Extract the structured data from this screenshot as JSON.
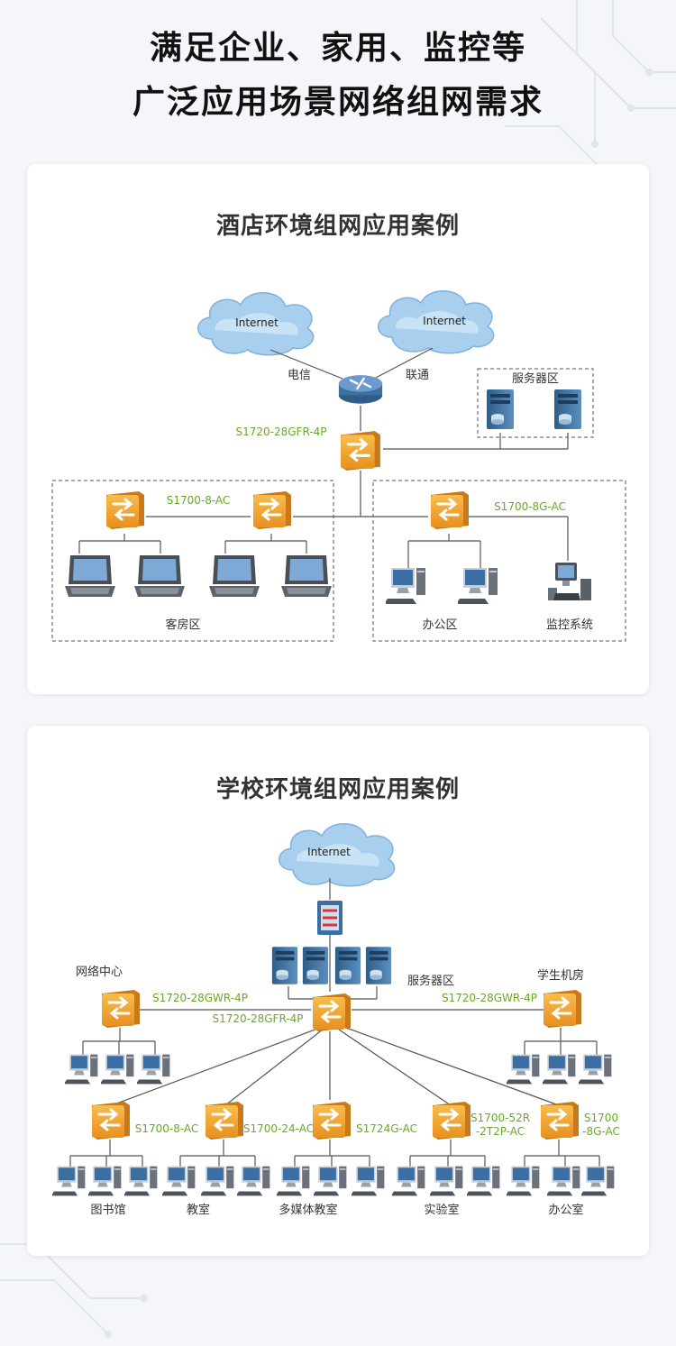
{
  "header": {
    "line1": "满足企业、家用、监控等",
    "line2": "广泛应用场景网络组网需求"
  },
  "hotel": {
    "title": "酒店环境组网应用案例",
    "cloud_left": "Internet",
    "cloud_right": "Internet",
    "isp_left": "电信",
    "isp_right": "联通",
    "core_model": "S1720-28GFR-4P",
    "server_zone": "服务器区",
    "guest_model": "S1700-8-AC",
    "office_model": "S1700-8G-AC",
    "guest_zone": "客房区",
    "office_zone": "办公区",
    "monitor_zone": "监控系统"
  },
  "school": {
    "title": "学校环境组网应用案例",
    "cloud": "Internet",
    "server_zone": "服务器区",
    "netcenter": "网络中心",
    "student_lab": "学生机房",
    "netcenter_model": "S1720-28GWR-4P",
    "core_model": "S1720-28GFR-4P",
    "lab_model": "S1720-28GWR-4P",
    "sw1_model": "S1700-8-AC",
    "sw2_model": "S1700-24-AC",
    "sw3_model": "S1724G-AC",
    "sw4_model_l1": "S1700-52R",
    "sw4_model_l2": "-2T2P-AC",
    "sw5_model_l1": "S1700",
    "sw5_model_l2": "-8G-AC",
    "zone1": "图书馆",
    "zone2": "教室",
    "zone3": "多媒体教室",
    "zone4": "实验室",
    "zone5": "办公室"
  },
  "colors": {
    "switch": "#f3a52c",
    "switch_dark": "#d9861b",
    "model_text": "#6aa82a",
    "cloud": "#a9cfee",
    "device": "#3c6fa0"
  }
}
